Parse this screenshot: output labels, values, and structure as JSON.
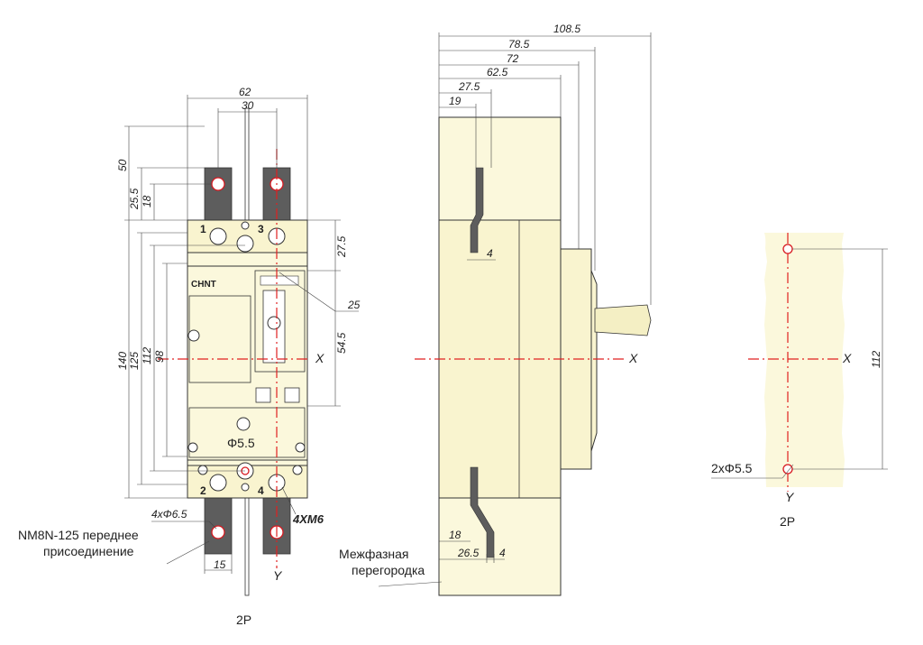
{
  "views": {
    "front": {
      "title": "2P",
      "brand": "CHNT",
      "terminals": [
        "1",
        "3",
        "2",
        "4"
      ],
      "dims": {
        "d62": "62",
        "d30": "30",
        "d50": "50",
        "d25_5": "25.5",
        "d18": "18",
        "d140": "140",
        "d125": "125",
        "d112": "112",
        "d98": "98",
        "d27_5": "27.5",
        "d54_5": "54.5",
        "d25": "25",
        "d15": "15"
      },
      "hole_label": "Φ5.5",
      "fix_label": "4xΦ6.5",
      "screw_label": "4XM6",
      "connection_note": [
        "NM8N-125 переднее",
        "присоединение"
      ],
      "axis_x": "X",
      "axis_y": "Y"
    },
    "side": {
      "dims": {
        "d108_5": "108.5",
        "d78_5": "78.5",
        "d72": "72",
        "d62_5": "62.5",
        "d27_5": "27.5",
        "d19": "19",
        "d4a": "4",
        "d18": "18",
        "d26_5": "26.5",
        "d4b": "4"
      },
      "partition_note": [
        "Межфазная",
        "перегородка"
      ],
      "axis_x": "X"
    },
    "mount": {
      "title": "2P",
      "dim": "112",
      "hole_label": "2xΦ5.5",
      "axis_x": "X",
      "axis_y": "Y"
    }
  },
  "colors": {
    "body": "#fbf8dc",
    "busbar": "#5d5d5d",
    "axis": "#e02020"
  }
}
